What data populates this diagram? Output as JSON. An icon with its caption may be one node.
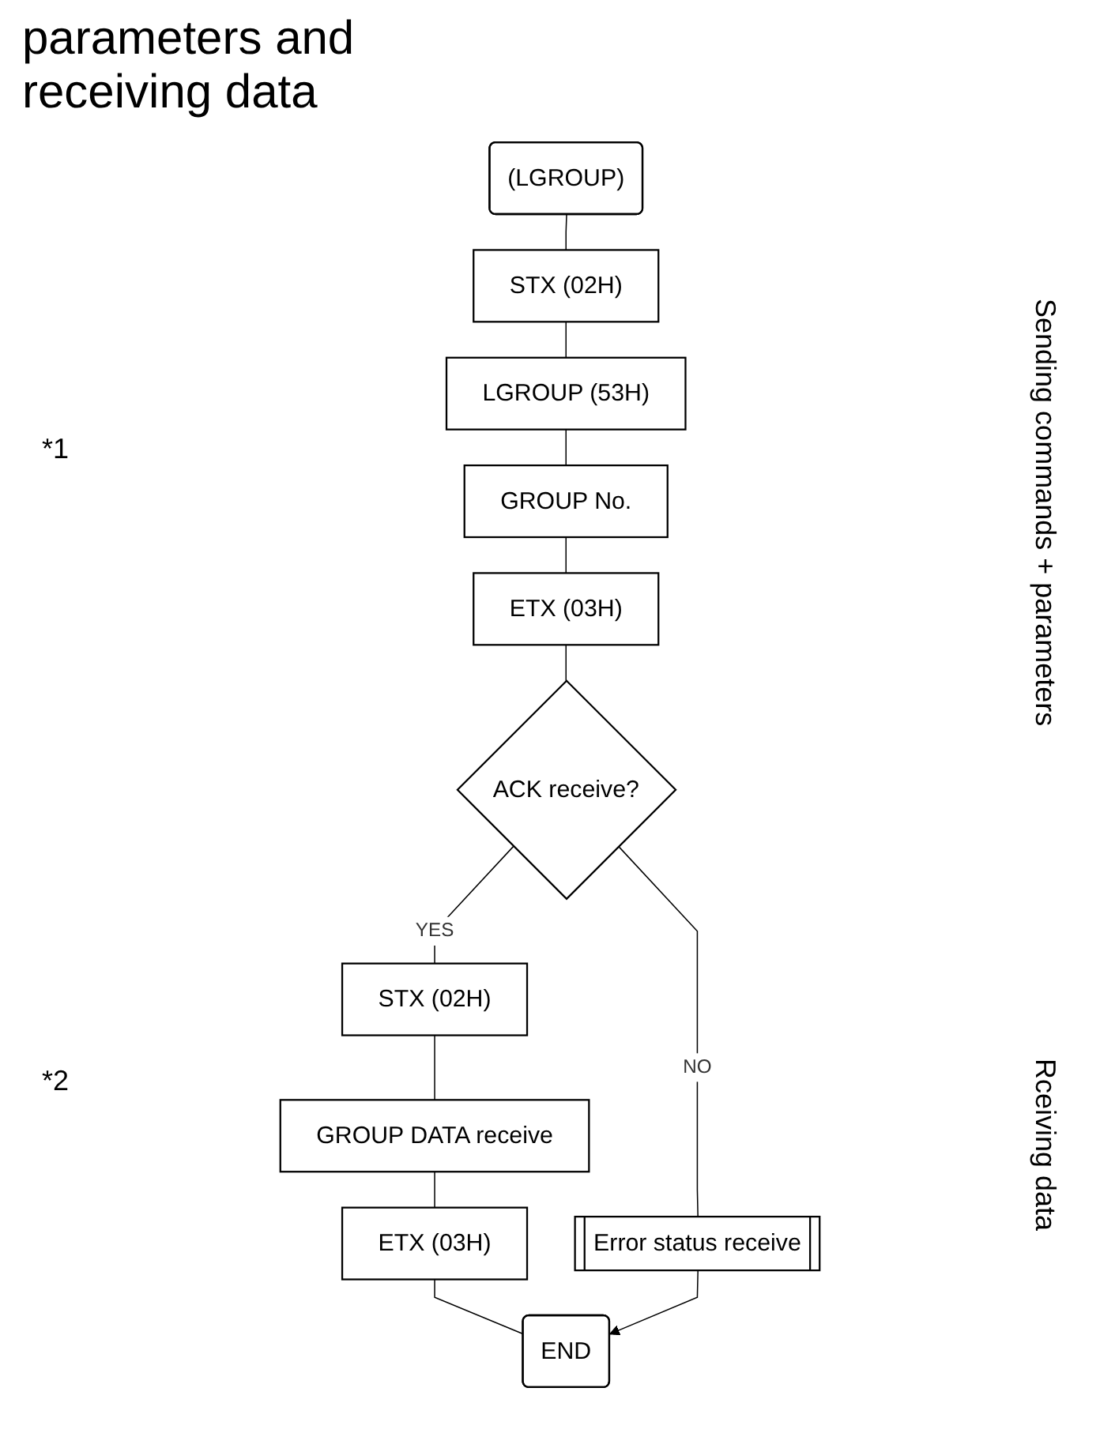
{
  "diagram": {
    "title": "parameters and receiving data",
    "nodes": [
      {
        "text": [
          "(LGROUP)"
        ]
      },
      {
        "text": [
          "STX (02H)"
        ]
      },
      {
        "text": [
          "LGROUP (53H)"
        ]
      },
      {
        "text": [
          "GROUP No."
        ]
      },
      {
        "text": [
          "ETX (03H)"
        ]
      },
      {
        "text": [
          "ACK receive?"
        ]
      },
      {
        "text": [
          "Error status receive"
        ]
      },
      {
        "text": [
          "STX (02H)"
        ]
      },
      {
        "text": [
          "GROUP DATA receive"
        ]
      },
      {
        "text": [
          "ETX (03H)"
        ]
      },
      {
        "text": [
          "END"
        ]
      }
    ],
    "edges": [
      {
        "from": 0,
        "to": 1,
        "arrow": "none"
      },
      {
        "from": 1,
        "to": 2,
        "arrow": "none"
      },
      {
        "from": 2,
        "to": 3,
        "arrow": "none"
      },
      {
        "from": 3,
        "to": 4,
        "arrow": "none"
      },
      {
        "from": 4,
        "to": 5,
        "arrow": "none"
      },
      {
        "from": 5,
        "to": 6,
        "arrow": "none",
        "label": "NO"
      },
      {
        "from": 5,
        "to": 7,
        "arrow": "none",
        "label": "YES"
      },
      {
        "from": 7,
        "to": 8,
        "arrow": "none"
      },
      {
        "from": 8,
        "to": 9,
        "arrow": "none"
      },
      {
        "from": 9,
        "to": 10,
        "arrow": "none"
      },
      {
        "from": 6,
        "to": 10,
        "arrow": "to"
      }
    ],
    "labels": [
      "Sending commands + parameters",
      "*1",
      "*2",
      "Rceiving data"
    ]
  }
}
